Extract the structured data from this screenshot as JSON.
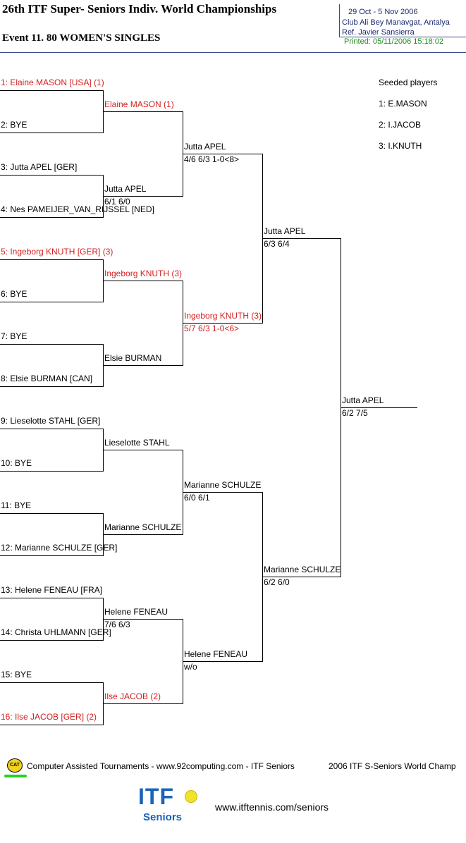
{
  "header": {
    "title": "26th ITF Super- Seniors Indiv. World Championships",
    "event": "Event 11. 80 WOMEN'S SINGLES",
    "dates": "29 Oct - 5 Nov 2006",
    "venue": "Club Ali Bey Manavgat, Antalya",
    "referee": "Ref. Javier Sansierra",
    "printed": "Printed: 05/11/2006 15:18:02"
  },
  "seeds": {
    "title": "Seeded players",
    "list": [
      "1: E.MASON",
      "2: I.JACOB",
      "3: I.KNUTH"
    ]
  },
  "draw": [
    {
      "label": "1: Elaine MASON [USA] (1)",
      "seeded": true
    },
    {
      "label": "2: BYE",
      "seeded": false
    },
    {
      "label": "3: Jutta APEL [GER]",
      "seeded": false
    },
    {
      "label": "4: Nes PAMEIJER_VAN_RIJSSEL [NED]",
      "seeded": false
    },
    {
      "label": "5: Ingeborg KNUTH [GER] (3)",
      "seeded": true
    },
    {
      "label": "6: BYE",
      "seeded": false
    },
    {
      "label": "7: BYE",
      "seeded": false
    },
    {
      "label": "8: Elsie BURMAN [CAN]",
      "seeded": false
    },
    {
      "label": "9: Lieselotte STAHL [GER]",
      "seeded": false
    },
    {
      "label": "10: BYE",
      "seeded": false
    },
    {
      "label": "11: BYE",
      "seeded": false
    },
    {
      "label": "12: Marianne SCHULZE [GER]",
      "seeded": false
    },
    {
      "label": "13: Helene FENEAU [FRA]",
      "seeded": false
    },
    {
      "label": "14: Christa UHLMANN [GER]",
      "seeded": false
    },
    {
      "label": "15: BYE",
      "seeded": false
    },
    {
      "label": "16: Ilse JACOB [GER] (2)",
      "seeded": true
    }
  ],
  "round2": [
    {
      "name": "Elaine MASON (1)",
      "score": "",
      "seeded": true
    },
    {
      "name": "Jutta APEL",
      "score": "6/1 6/0",
      "seeded": false
    },
    {
      "name": "Ingeborg KNUTH (3)",
      "score": "",
      "seeded": true
    },
    {
      "name": "Elsie BURMAN",
      "score": "",
      "seeded": false
    },
    {
      "name": "Lieselotte STAHL",
      "score": "",
      "seeded": false
    },
    {
      "name": "Marianne SCHULZE",
      "score": "",
      "seeded": false
    },
    {
      "name": "Helene FENEAU",
      "score": "7/6 6/3",
      "seeded": false
    },
    {
      "name": "Ilse JACOB (2)",
      "score": "",
      "seeded": true
    }
  ],
  "round3": [
    {
      "name": "Jutta APEL",
      "score": "4/6 6/3 1-0<8>",
      "seeded": false
    },
    {
      "name": "Ingeborg KNUTH (3)",
      "score": "5/7 6/3 1-0<6>",
      "seeded": true
    },
    {
      "name": "Marianne SCHULZE",
      "score": "6/0 6/1",
      "seeded": false
    },
    {
      "name": "Helene FENEAU",
      "score": "w/o",
      "seeded": false
    }
  ],
  "round4": [
    {
      "name": "Jutta APEL",
      "score": "6/3 6/4",
      "seeded": false
    },
    {
      "name": "Marianne SCHULZE",
      "score": "6/2 6/0",
      "seeded": false
    }
  ],
  "winner": {
    "name": "Jutta APEL",
    "score": "6/2 7/5"
  },
  "footer": {
    "cat_badge": "CAT",
    "credit": "Computer Assisted Tournaments - www.92computing.com -  ITF Seniors",
    "event_name": "2006 ITF S-Seniors World Champ",
    "logo_text": "ITF",
    "logo_sub": "Seniors",
    "url": "www.itftennis.com/seniors"
  },
  "colors": {
    "seeded": "#d42020",
    "lines": "#000000",
    "header_rule": "#3a4a8a",
    "printed": "#1e8a1e"
  }
}
